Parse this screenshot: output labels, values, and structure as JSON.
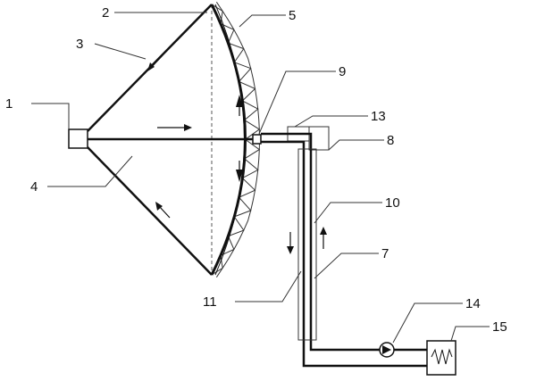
{
  "figure": {
    "colors": {
      "line": "#111111",
      "thin": "#333333",
      "dash": "#555555",
      "background": "#ffffff"
    },
    "labels": {
      "l1": "1",
      "l2": "2",
      "l3": "3",
      "l4": "4",
      "l5": "5",
      "l7": "7",
      "l8": "8",
      "l9": "9",
      "l10": "10",
      "l11": "11",
      "l13": "13",
      "l14": "14",
      "l15": "15"
    },
    "components": {
      "receiver_box": "box",
      "parabolic_dish": "arc",
      "truss_support": "triangles",
      "pump": "pump-symbol",
      "heat_exchanger": "coil-box"
    }
  }
}
